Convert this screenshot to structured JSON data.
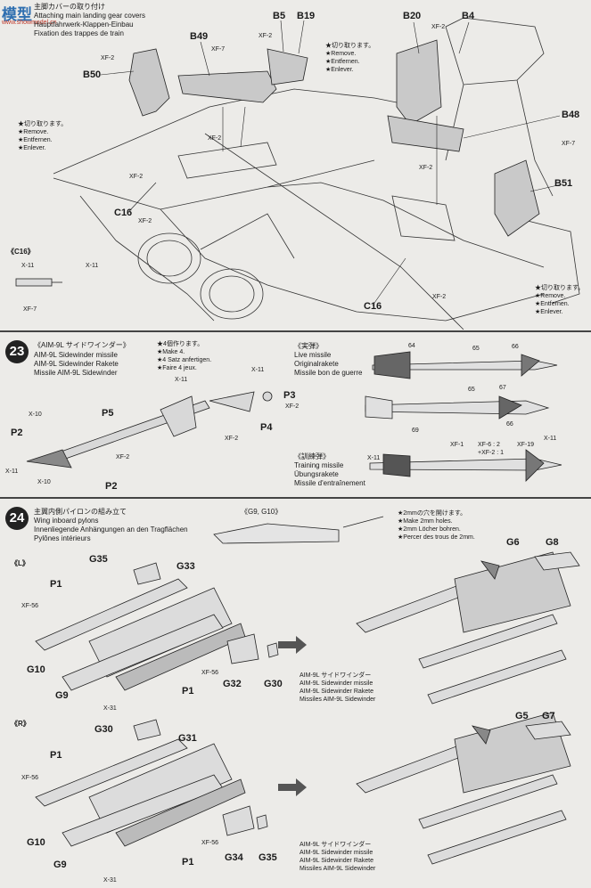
{
  "watermark": {
    "brand": "模型",
    "url": "www.showmodel.cn"
  },
  "section_top": {
    "title_jp": "主脚カバーの取り付け",
    "title_en": "Attaching main landing gear covers",
    "title_de": "Hauptfahrwerk-Klappen-Einbau",
    "title_fr": "Fixation des trappes de train",
    "remove_note": {
      "jp": "★切り取ります。",
      "en": "★Remove.",
      "de": "★Entfernen.",
      "fr": "★Enlever."
    },
    "parts": [
      "B5",
      "B19",
      "B20",
      "B4",
      "B49",
      "B50",
      "B48",
      "B51",
      "C16",
      "C16"
    ],
    "paints": [
      "XF-2",
      "XF-7"
    ],
    "detail_label": "《C16》",
    "detail_paints": [
      "X-11",
      "X-11",
      "XF-7"
    ]
  },
  "step23": {
    "number": "23",
    "title_jp": "《AIM-9L サイドワインダー》",
    "title_en": "AIM-9L Sidewinder missile",
    "title_de": "AIM-9L Sidewinder Rakete",
    "title_fr": "Missile AIM-9L Sidewinder",
    "make_note": {
      "jp": "★4個作ります。",
      "en": "★Make 4.",
      "de": "★4 Satz anfertigen.",
      "fr": "★Faire 4 jeux."
    },
    "parts": [
      "P5",
      "P3",
      "P4",
      "P2",
      "P2"
    ],
    "paints": [
      "X-11",
      "XF-2",
      "X-10",
      "X-11",
      "XF-2",
      "X-10",
      "XF-2"
    ],
    "live": {
      "jp": "《実弾》",
      "en": "Live missile",
      "de": "Originalrakete",
      "fr": "Missile bon de guerre",
      "decals": [
        "64",
        "65",
        "66",
        "65",
        "67",
        "66",
        "69"
      ]
    },
    "training": {
      "jp": "《訓練弾》",
      "en": "Training missile",
      "de": "Übungsrakete",
      "fr": "Missile d'entraînement",
      "paints": [
        "X-11",
        "XF-1",
        "XF-6 : 2",
        "+XF-2 : 1",
        "XF-19",
        "X-11"
      ]
    }
  },
  "step24": {
    "number": "24",
    "title_jp": "主翼内側パイロンの組み立て",
    "title_en": "Wing inboard pylons",
    "title_de": "Innenliegende Anhängungen an den Tragflächen",
    "title_fr": "Pylônes intérieurs",
    "detail_label": "《G9, G10》",
    "hole_note": {
      "jp": "★2mmの穴を開けます。",
      "en": "★Make 2mm holes.",
      "de": "★2mm Löcher bohren.",
      "fr": "★Percer des trous de 2mm."
    },
    "left": {
      "label": "《L》",
      "parts": [
        "G35",
        "G33",
        "P1",
        "G10",
        "G9",
        "G32",
        "G30",
        "P1",
        "G6",
        "G8"
      ],
      "paints": [
        "XF-56",
        "XF-56",
        "X-31"
      ]
    },
    "right": {
      "label": "《R》",
      "parts": [
        "G30",
        "G31",
        "P1",
        "G10",
        "G9",
        "G34",
        "G35",
        "P1",
        "G5",
        "G7"
      ],
      "paints": [
        "XF-56",
        "XF-56",
        "X-31"
      ]
    },
    "missile_caption": {
      "jp": "AIM-9L サイドワインダー",
      "en": "AIM-9L Sidewinder missile",
      "de": "AIM-9L Sidewinder Rakete",
      "fr": "Missiles AIM-9L Sidewinder"
    }
  }
}
